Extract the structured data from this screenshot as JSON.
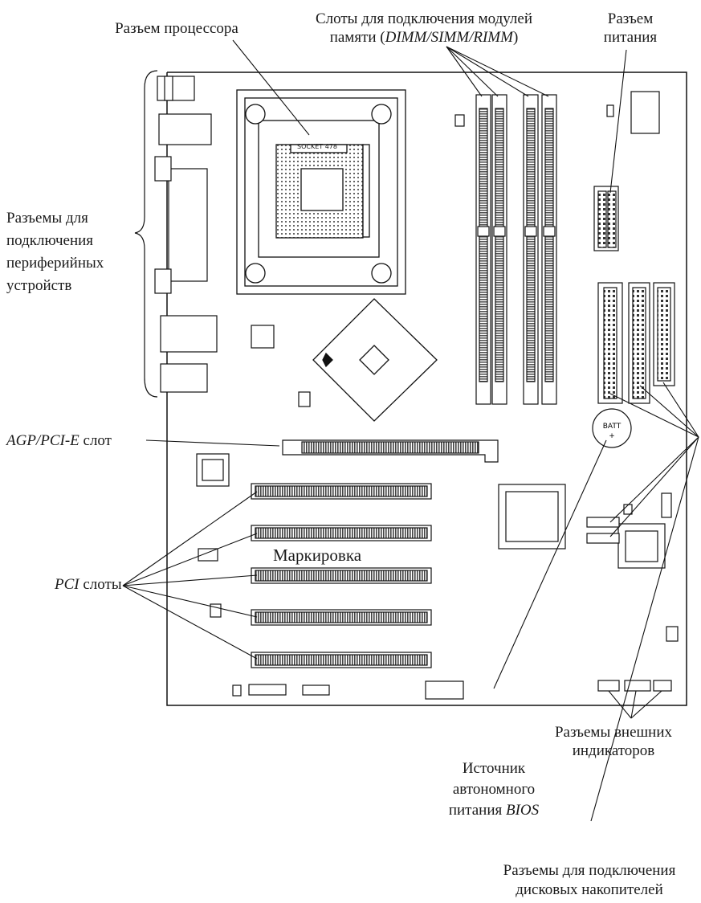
{
  "labels": {
    "cpu_socket": "Разъем процессора",
    "memory_line1": "Слоты для подключения модулей",
    "memory_line2_pre": "памяти (",
    "memory_line2_it": "DIMM/SIMM/RIMM",
    "memory_line2_post": ")",
    "power_line1": "Разъем",
    "power_line2": "питания",
    "peripheral_line1": "Разъемы для",
    "peripheral_line2": "подключения",
    "peripheral_line3": "периферийных",
    "peripheral_line4": "устройств",
    "agp_it": "AGP/PCI-E",
    "agp_post": " слот",
    "marking": "Маркировка",
    "pci_it": "PCI",
    "pci_post": " слоты",
    "indicators_line1": "Разъемы внешних",
    "indicators_line2": "индикаторов",
    "battery_line1": "Источник",
    "battery_line2": "автономного",
    "battery_line3_pre": "питания ",
    "battery_line3_it": "BIOS",
    "drives_line1": "Разъемы для подключения",
    "drives_line2": "дисковых накопителей"
  },
  "board": {
    "socket_marking": "SOCKET 478",
    "battery_text": "BATT",
    "battery_sign": "+"
  }
}
